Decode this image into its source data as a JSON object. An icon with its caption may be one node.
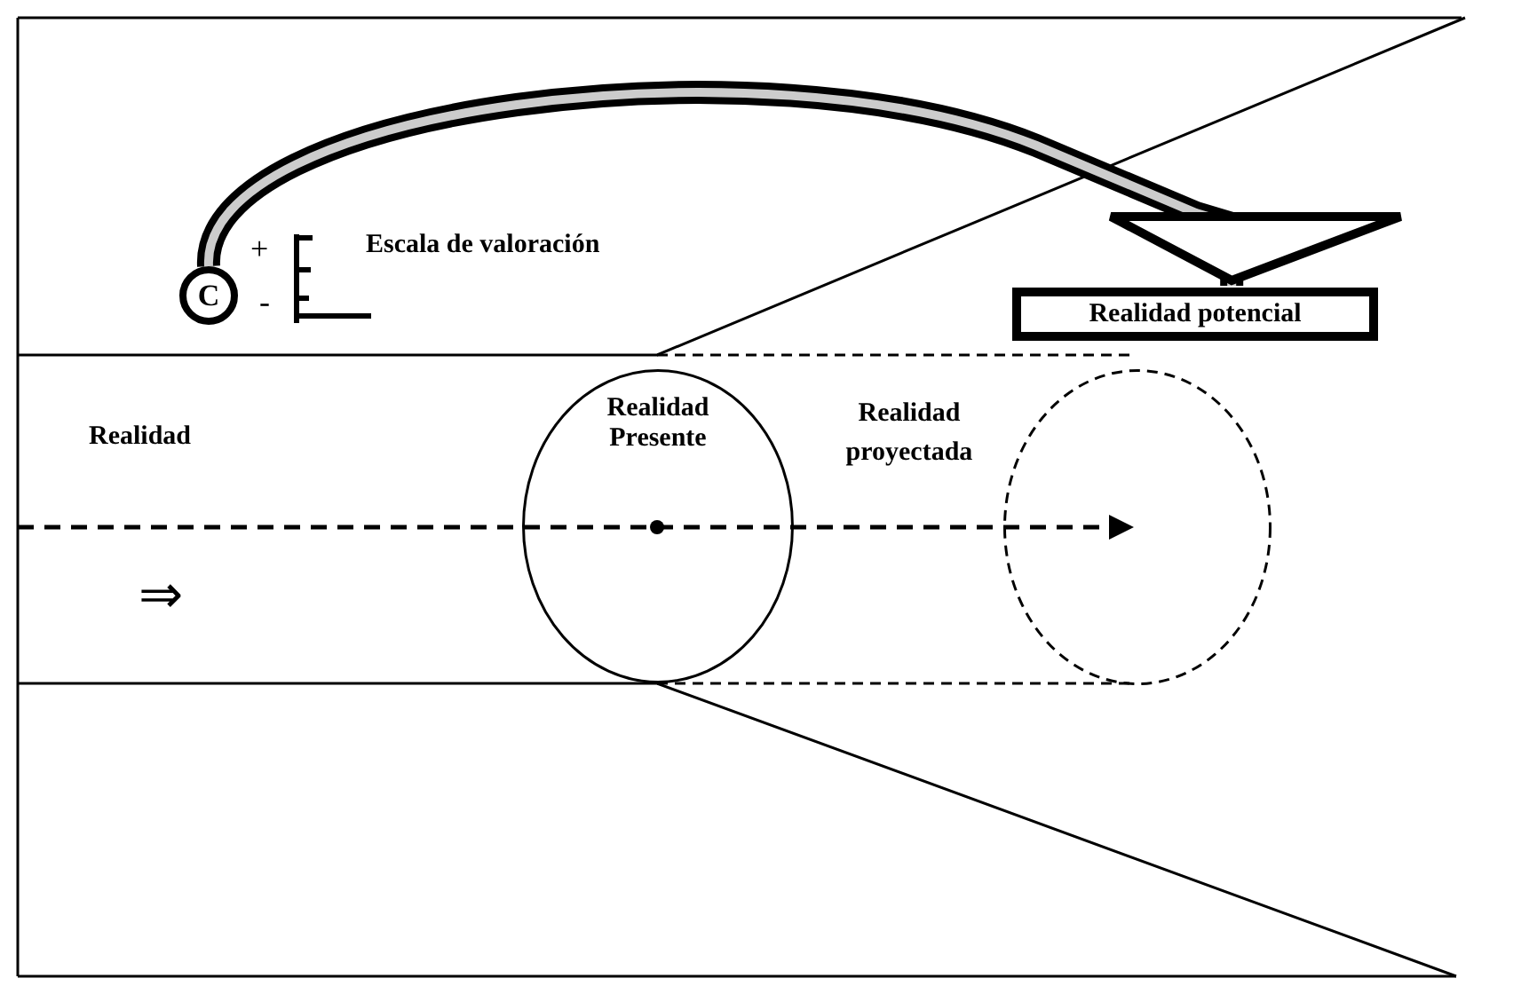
{
  "diagram": {
    "nodes": [
      {
        "text": [
          "C"
        ]
      },
      {
        "text": [
          "Realidad potencial"
        ]
      },
      {
        "text": [
          "Realidad Presente"
        ]
      },
      {
        "text": [],
        "shape": "circle"
      }
    ],
    "edges": [
      {
        "from": 0,
        "to": 1,
        "arrow": "to",
        "style": "thick"
      },
      {
        "from": null,
        "to": 3,
        "arrow": "to",
        "style": "dashed"
      }
    ],
    "labels": [
      "+",
      "-",
      "Escala de valoración",
      "Realidad",
      "Realidad proyectada",
      "⇒"
    ]
  }
}
